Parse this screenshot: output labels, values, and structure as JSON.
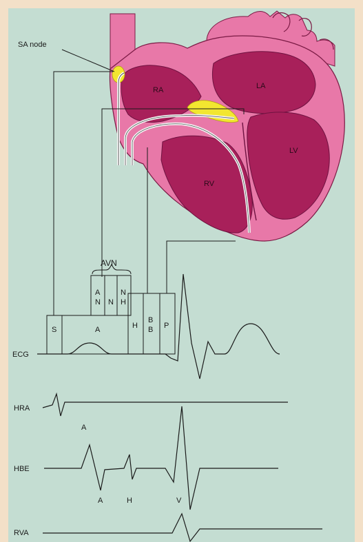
{
  "heart_labels": {
    "sa_node": "SA node",
    "la": "LA",
    "ra": "RA",
    "lv": "LV",
    "rv": "RV"
  },
  "avn_block": {
    "title": "AVN",
    "segments": [
      {
        "lines": [
          "A",
          "N"
        ]
      },
      {
        "lines": [
          "N"
        ]
      },
      {
        "lines": [
          "N",
          "H"
        ]
      }
    ]
  },
  "conduction_segments": [
    {
      "lines": [
        "S"
      ]
    },
    {
      "lines": [
        "A"
      ]
    },
    {
      "lines": [
        "H"
      ]
    },
    {
      "lines": [
        "B",
        "B"
      ]
    },
    {
      "lines": [
        "P"
      ]
    }
  ],
  "traces": {
    "ecg": "ECG",
    "hra": "HRA",
    "hbe": "HBE",
    "rva": "RVA"
  },
  "hbe_markers": {
    "a_above": "A",
    "a": "A",
    "h": "H",
    "v": "V"
  },
  "colors": {
    "frame": "#f3e0c8",
    "background": "#c4ddd2",
    "myocardium": "#e878a8",
    "chamber": "#a8205a",
    "node": "#f2e630",
    "lines": "#1a1a1a"
  }
}
